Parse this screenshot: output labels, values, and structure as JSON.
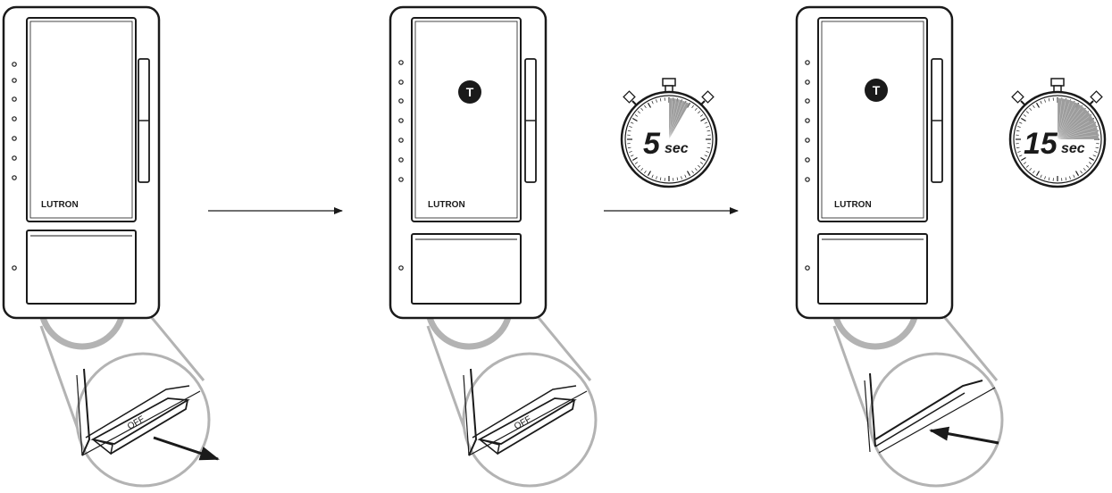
{
  "brand": "LUTRON",
  "off_tab_label": "OFF",
  "timer_badge_letter": "T",
  "timers": [
    {
      "number": "5",
      "unit": "sec",
      "fill_fraction": 0.083
    },
    {
      "number": "15",
      "unit": "sec",
      "fill_fraction": 0.25
    }
  ],
  "colors": {
    "ink": "#1a1a1a",
    "magnifier": "#b3b3b3",
    "timer_face_fill": "#8c8c8c"
  }
}
